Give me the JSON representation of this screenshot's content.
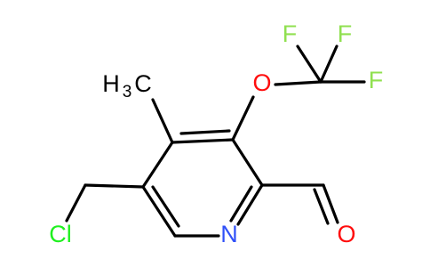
{
  "atoms": {
    "f1": {
      "label": "F",
      "color": "#90e050"
    },
    "f2": {
      "label": "F",
      "color": "#90e050"
    },
    "f3": {
      "label": "F",
      "color": "#90e050"
    },
    "o_ether": {
      "label": "O",
      "color": "#ff0d0d"
    },
    "o_aldehyde": {
      "label": "O",
      "color": "#ff0d0d"
    },
    "n": {
      "label": "N",
      "color": "#3050f8"
    },
    "cl": {
      "label": "Cl",
      "color": "#1ff01f"
    },
    "methyl_h": {
      "label": "H",
      "color": "#000000"
    },
    "methyl_sub": {
      "label": "3",
      "color": "#000000"
    },
    "methyl_c": {
      "label": "C",
      "color": "#000000"
    }
  },
  "colors": {
    "bond": "#000000",
    "background": "#ffffff"
  }
}
